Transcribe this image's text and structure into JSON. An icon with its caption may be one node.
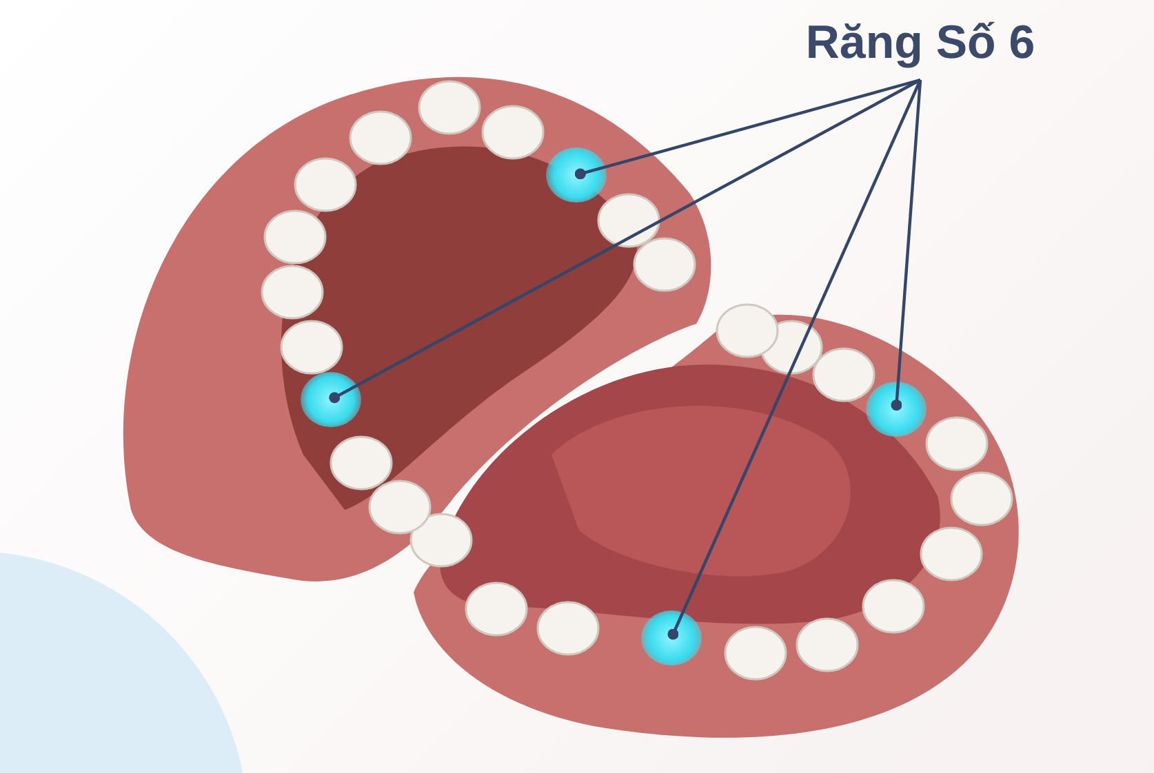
{
  "diagram": {
    "nodes": [
      {
        "text": [
          "Răng Số 6"
        ]
      },
      {
        "text": [],
        "shape": "picture"
      },
      {
        "text": [],
        "shape": "picture"
      },
      {
        "text": [],
        "shape": "picture"
      },
      {
        "text": [],
        "shape": "picture"
      }
    ],
    "edges": [
      {
        "from": 0,
        "to": 1,
        "arrow": "other"
      },
      {
        "from": 0,
        "to": 2,
        "arrow": "other"
      },
      {
        "from": 0,
        "to": 3,
        "arrow": "other"
      },
      {
        "from": 0,
        "to": 4,
        "arrow": "other"
      }
    ]
  }
}
